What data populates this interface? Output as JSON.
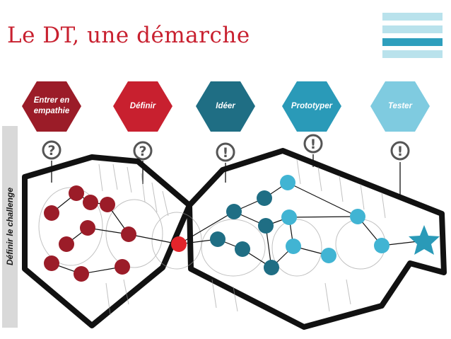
{
  "title": "Le DT, une démarche",
  "side_label": "Définir le challenge",
  "colors": {
    "title": "#c8202f",
    "red_dark": "#9b1c28",
    "red_bright": "#e3242b",
    "teal_dark": "#1f6e84",
    "teal_mid": "#2a9ab8",
    "teal_light": "#41b4d3",
    "teal_pale": "#7fcbe0",
    "menu_light": "#b9e2ec",
    "menu_dark": "#2e9fbd"
  },
  "steps": [
    {
      "label": "Entrer en empathie",
      "color": "#9b1c28",
      "marker": "?"
    },
    {
      "label": "Définir",
      "color": "#c8202f",
      "marker": "?"
    },
    {
      "label": "Idéer",
      "color": "#1f6e84",
      "marker": "!"
    },
    {
      "label": "Prototyper",
      "color": "#2a9ab8",
      "marker": "!"
    },
    {
      "label": "Tester",
      "color": "#7fcbe0",
      "marker": "!"
    }
  ],
  "icons": {
    "menu": "hamburger-menu-icon",
    "question": "question-mark-icon",
    "exclamation": "exclamation-mark-icon",
    "star": "star-icon"
  }
}
